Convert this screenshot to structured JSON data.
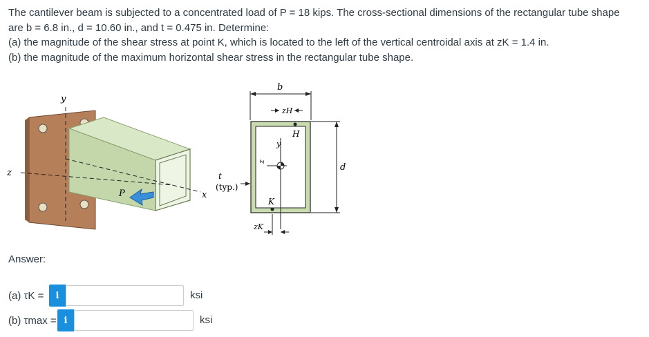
{
  "problem": {
    "line1": "The cantilever beam is subjected to a concentrated load of P = 18 kips. The cross-sectional dimensions of the rectangular tube shape",
    "line2": "are b = 6.8 in., d = 10.60 in., and t = 0.475 in. Determine:",
    "line3": "(a) the magnitude of the shear stress at point K, which is located to the left of the vertical centroidal axis at zK = 1.4 in.",
    "line4": "(b) the magnitude of the maximum horizontal shear stress in the rectangular tube shape."
  },
  "figure": {
    "y_axis": "y",
    "z_axis": "z",
    "x_axis": "x",
    "load": "P",
    "t_label": "t",
    "typ_label": "(typ.)",
    "b_label": "b",
    "zh_label": "zH",
    "h_label": "H",
    "y_small": "y",
    "z_small": "z",
    "d_label": "d",
    "k_label": "K",
    "zk_label": "zK"
  },
  "answer": {
    "heading": "Answer:",
    "a_label": "(a) τK =",
    "b_label": "(b) τmax =",
    "info_icon": "i",
    "a_value": "",
    "b_value": "",
    "a_unit": "ksi",
    "b_unit": "ksi"
  },
  "colors": {
    "info": "#1a8fdd",
    "beam": "#c8dcb0",
    "plate": "#b57f5a"
  }
}
